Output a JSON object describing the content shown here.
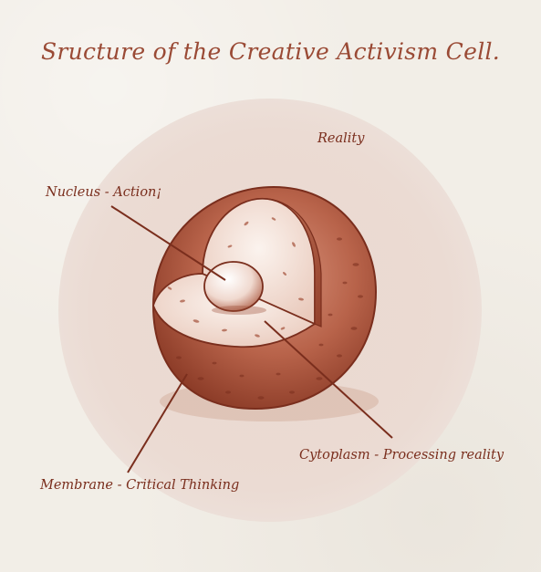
{
  "title": "Sructure of the Creative Activism Cell.",
  "labels": {
    "reality": "Reality",
    "nucleus": "Nucleus - Action¡",
    "cytoplasm": "Cytoplasm - Processing reality",
    "membrane": "Membrane - Critical Thinking"
  },
  "colors": {
    "ink": "#7a2e1d",
    "title": "#9a4a35",
    "halo": "#ebdbd3",
    "shell": "#b8634a",
    "interior": "#f4e6df"
  }
}
